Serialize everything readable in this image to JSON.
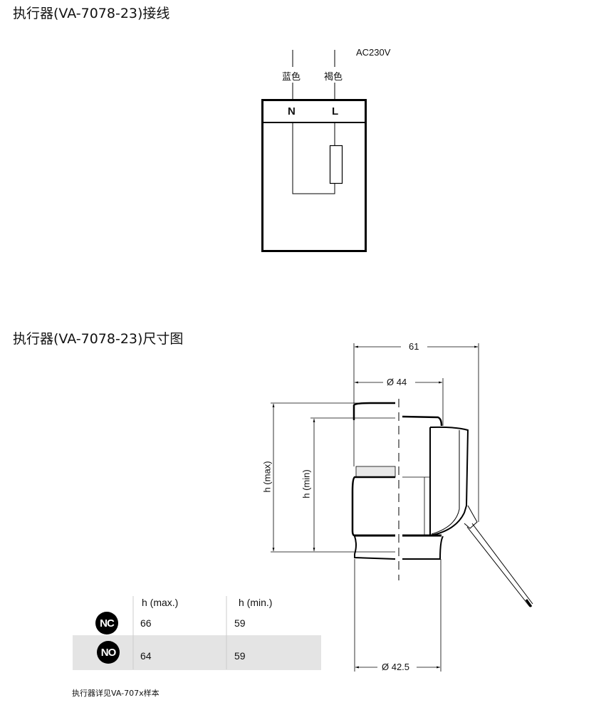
{
  "wiring": {
    "title": "执行器(VA-7078-23)接线",
    "supply": "AC230V",
    "wire_blue": "蓝色",
    "wire_brown": "褐色",
    "terminal_n": "N",
    "terminal_l": "L"
  },
  "dimensions": {
    "title": "执行器(VA-7078-23)尺寸图",
    "overall_width": "61",
    "top_diameter": "Ø 44",
    "bottom_diameter": "Ø 42.5",
    "h_max_label": "h (max)",
    "h_min_label": "h (min)"
  },
  "table": {
    "headers": [
      "h (max.)",
      "h (min.)"
    ],
    "rows": [
      {
        "badge": "NC",
        "h_max": "66",
        "h_min": "59"
      },
      {
        "badge": "NO",
        "h_max": "64",
        "h_min": "59"
      }
    ],
    "row_alt_color": "#e4e4e4"
  },
  "footnote": "执行器详见VA-707x样本"
}
